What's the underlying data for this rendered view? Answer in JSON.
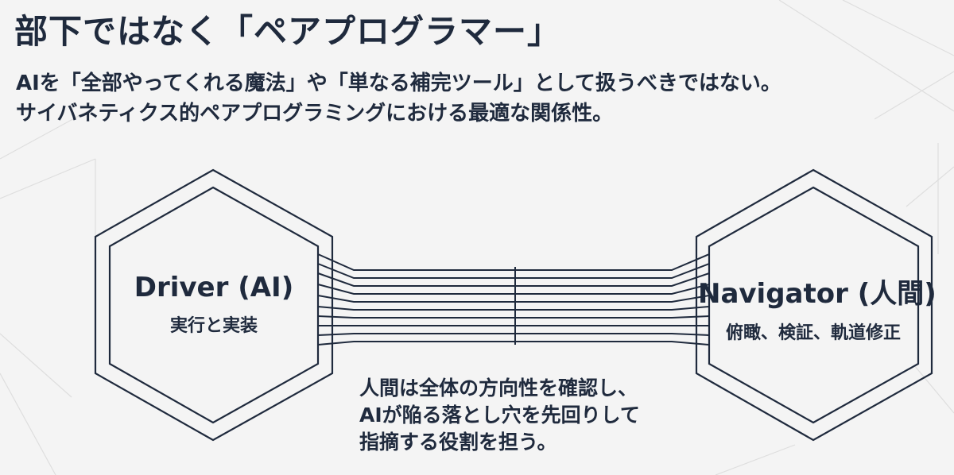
{
  "title": "部下ではなく「ペアプログラマー」",
  "subtitle_lines": [
    "AIを「全部やってくれる魔法」や「単なる補完ツール」として扱うべきではない。",
    "サイバネティクス的ペアプログラミングにおける最適な関係性。"
  ],
  "driver": {
    "name": "Driver (AI)",
    "role": "実行と実装"
  },
  "navigator": {
    "name": "Navigator (人間)",
    "role": "俯瞰、検証、軌道修正"
  },
  "note_lines": [
    "人間は全体の方向性を確認し、",
    "AIが陥る落とし穴を先回りして",
    "指摘する役割を担う。"
  ],
  "colors": {
    "ink": "#1f2a3d",
    "background": "#f4f4f4",
    "background_lines": "#dcdcdc"
  }
}
